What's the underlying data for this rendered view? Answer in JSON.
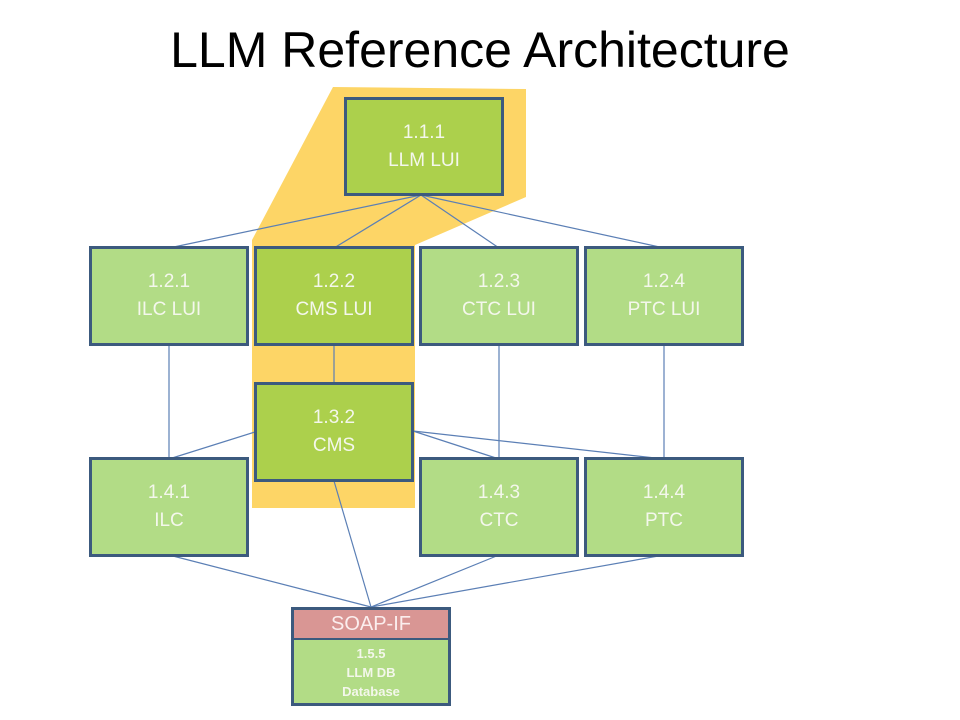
{
  "title": "LLM Reference Architecture",
  "colors": {
    "highlight": "#fdd566",
    "node_light": "#b2dc86",
    "node_highlighted": "#acd04c",
    "border": "#3c5a7e",
    "connector": "#5b7fb5",
    "interface": "#d99694"
  },
  "highlighted_path": [
    "1.1.1",
    "1.2.2",
    "1.3.2"
  ],
  "nodes": {
    "llm_lui": {
      "id": "1.1.1",
      "label": "LLM LUI"
    },
    "ilc_lui": {
      "id": "1.2.1",
      "label": "ILC LUI"
    },
    "cms_lui": {
      "id": "1.2.2",
      "label": "CMS LUI"
    },
    "ctc_lui": {
      "id": "1.2.3",
      "label": "CTC LUI"
    },
    "ptc_lui": {
      "id": "1.2.4",
      "label": "PTC LUI"
    },
    "cms": {
      "id": "1.3.2",
      "label": "CMS"
    },
    "ilc": {
      "id": "1.4.1",
      "label": "ILC"
    },
    "ctc": {
      "id": "1.4.3",
      "label": "CTC"
    },
    "ptc": {
      "id": "1.4.4",
      "label": "PTC"
    },
    "llm_db": {
      "interface": "SOAP-IF",
      "id": "1.5.5",
      "label": "LLM DB",
      "type": "Database"
    }
  },
  "edges": [
    [
      "1.1.1",
      "1.2.1"
    ],
    [
      "1.1.1",
      "1.2.2"
    ],
    [
      "1.1.1",
      "1.2.3"
    ],
    [
      "1.1.1",
      "1.2.4"
    ],
    [
      "1.2.1",
      "1.4.1"
    ],
    [
      "1.2.2",
      "1.3.2"
    ],
    [
      "1.2.3",
      "1.4.3"
    ],
    [
      "1.2.4",
      "1.4.4"
    ],
    [
      "1.3.2",
      "1.4.1"
    ],
    [
      "1.3.2",
      "1.4.3"
    ],
    [
      "1.3.2",
      "1.4.4"
    ],
    [
      "1.4.1",
      "1.5.5"
    ],
    [
      "1.3.2",
      "1.5.5"
    ],
    [
      "1.4.3",
      "1.5.5"
    ],
    [
      "1.4.4",
      "1.5.5"
    ]
  ]
}
